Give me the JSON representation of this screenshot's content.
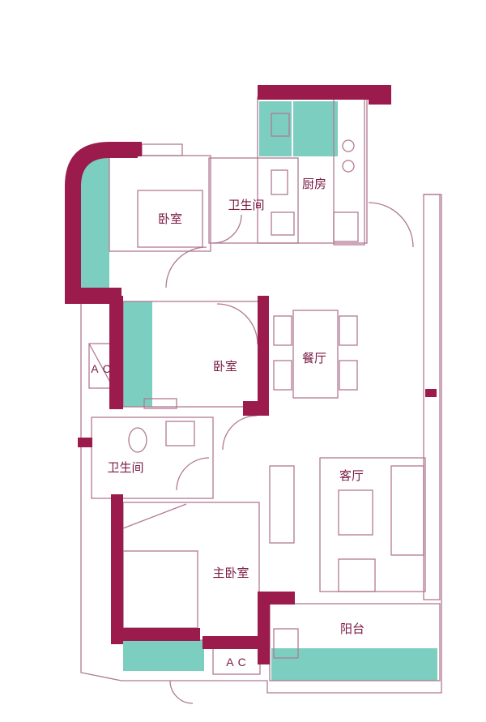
{
  "colors": {
    "wall": "#9B1B4C",
    "outline": "#B07A92",
    "teal": "#7CCEC0",
    "label": "#7A1A44",
    "background": "#FFFFFF"
  },
  "rooms": {
    "bedroom_upper": "卧室",
    "bathroom_upper": "卫生间",
    "kitchen": "厨房",
    "bedroom_middle": "卧室",
    "dining": "餐厅",
    "bathroom_lower": "卫生间",
    "living": "客厅",
    "master_bedroom": "主卧室",
    "balcony": "阳台"
  },
  "ac_units": {
    "ac_left": "A C",
    "ac_bottom": "A C"
  }
}
